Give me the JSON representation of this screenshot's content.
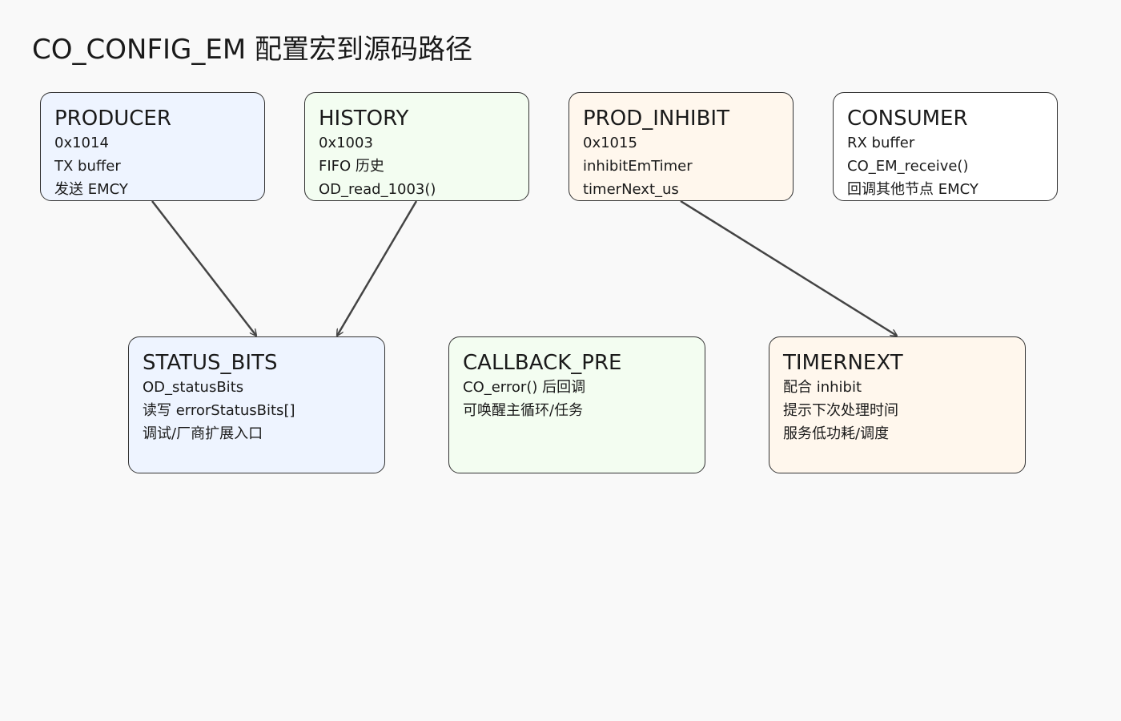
{
  "title": "CO_CONFIG_EM 配置宏到源码路径",
  "nodes": {
    "producer": {
      "title": "PRODUCER",
      "lines": [
        "0x1014",
        "TX buffer",
        "发送 EMCY"
      ]
    },
    "history": {
      "title": "HISTORY",
      "lines": [
        "0x1003",
        "FIFO 历史",
        "OD_read_1003()"
      ]
    },
    "prod_inhibit": {
      "title": "PROD_INHIBIT",
      "lines": [
        "0x1015",
        "inhibitEmTimer",
        "timerNext_us"
      ]
    },
    "consumer": {
      "title": "CONSUMER",
      "lines": [
        "RX buffer",
        "CO_EM_receive()",
        "回调其他节点 EMCY"
      ]
    },
    "status_bits": {
      "title": "STATUS_BITS",
      "lines": [
        "OD_statusBits",
        "读写 errorStatusBits[]",
        "调试/厂商扩展入口"
      ]
    },
    "callback_pre": {
      "title": "CALLBACK_PRE",
      "lines": [
        "CO_error() 后回调",
        "可唤醒主循环/任务"
      ]
    },
    "timernext": {
      "title": "TIMERNEXT",
      "lines": [
        "配合 inhibit",
        "提示下次处理时间",
        "服务低功耗/调度"
      ]
    }
  },
  "edges": [
    {
      "from": "producer",
      "to": "status_bits"
    },
    {
      "from": "history",
      "to": "status_bits"
    },
    {
      "from": "prod_inhibit",
      "to": "timernext"
    }
  ],
  "colors": {
    "blue_fill": "#eef4ff",
    "green_fill": "#f3fdf1",
    "orange_fill": "#fff7ed",
    "white_fill": "#ffffff",
    "stroke": "#333333",
    "edge": "#444444"
  }
}
